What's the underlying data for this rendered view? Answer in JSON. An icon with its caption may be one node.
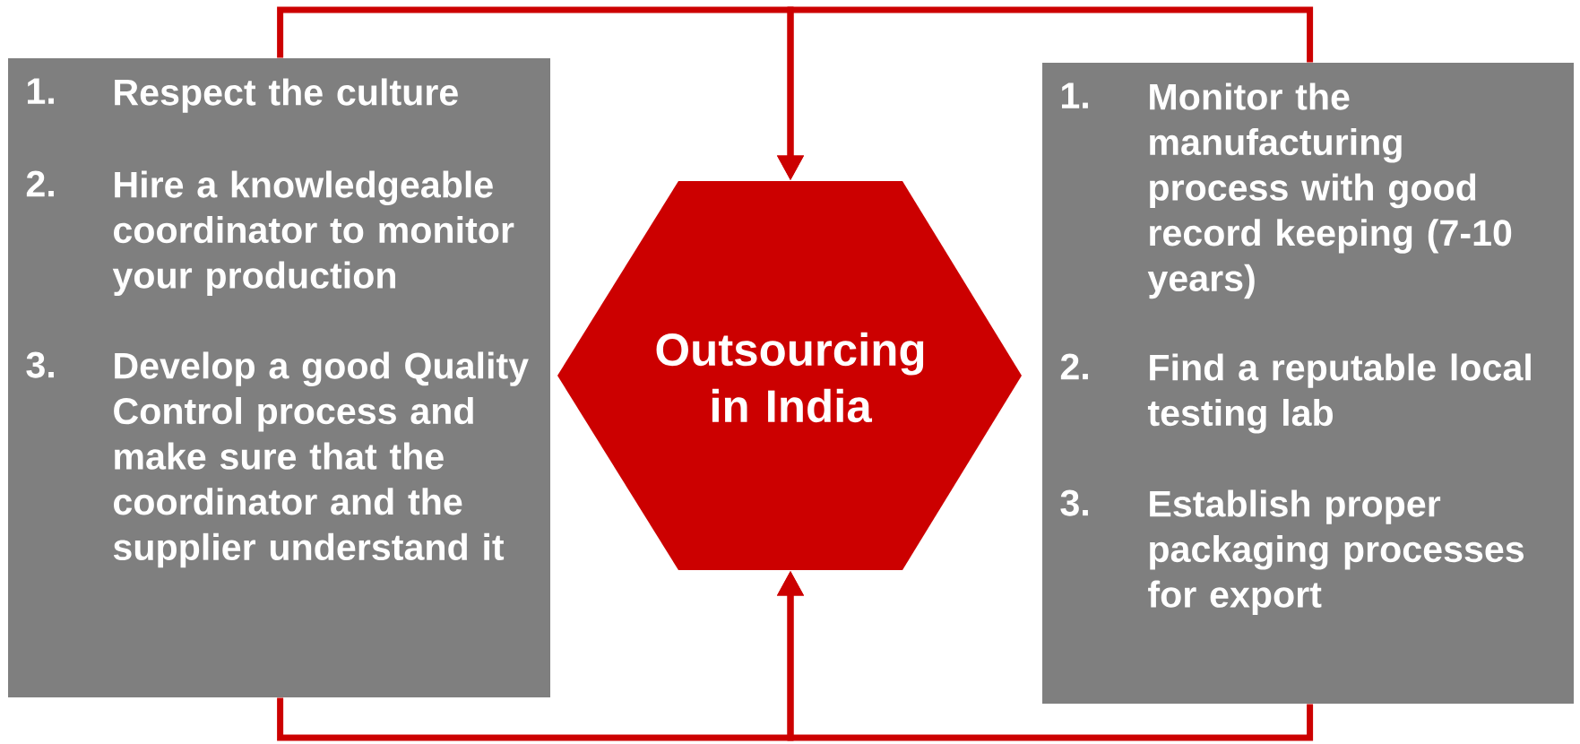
{
  "diagram": {
    "nodes": [
      {
        "text": [
          "1.",
          "Respect the culture",
          "2.",
          "Hire a knowledgeable coordinator to monitor your production",
          "3.",
          "Develop a good Quality Control process and make sure that the coordinator and the supplier understand it"
        ]
      },
      {
        "text": [
          "Outsourcing in India"
        ]
      },
      {
        "text": [
          "1.",
          "Monitor the manufacturing process with good record keeping (7-10 years)",
          "2.",
          "Find a reputable local testing lab",
          "3.",
          "Establish proper packaging processes for export"
        ]
      }
    ],
    "edges": [
      {
        "from": 0,
        "to": 1,
        "arrow": "to"
      },
      {
        "from": 2,
        "to": 1,
        "arrow": "to"
      },
      {
        "from": 0,
        "to": 1,
        "arrow": "to"
      },
      {
        "from": 2,
        "to": 1,
        "arrow": "to"
      }
    ]
  }
}
